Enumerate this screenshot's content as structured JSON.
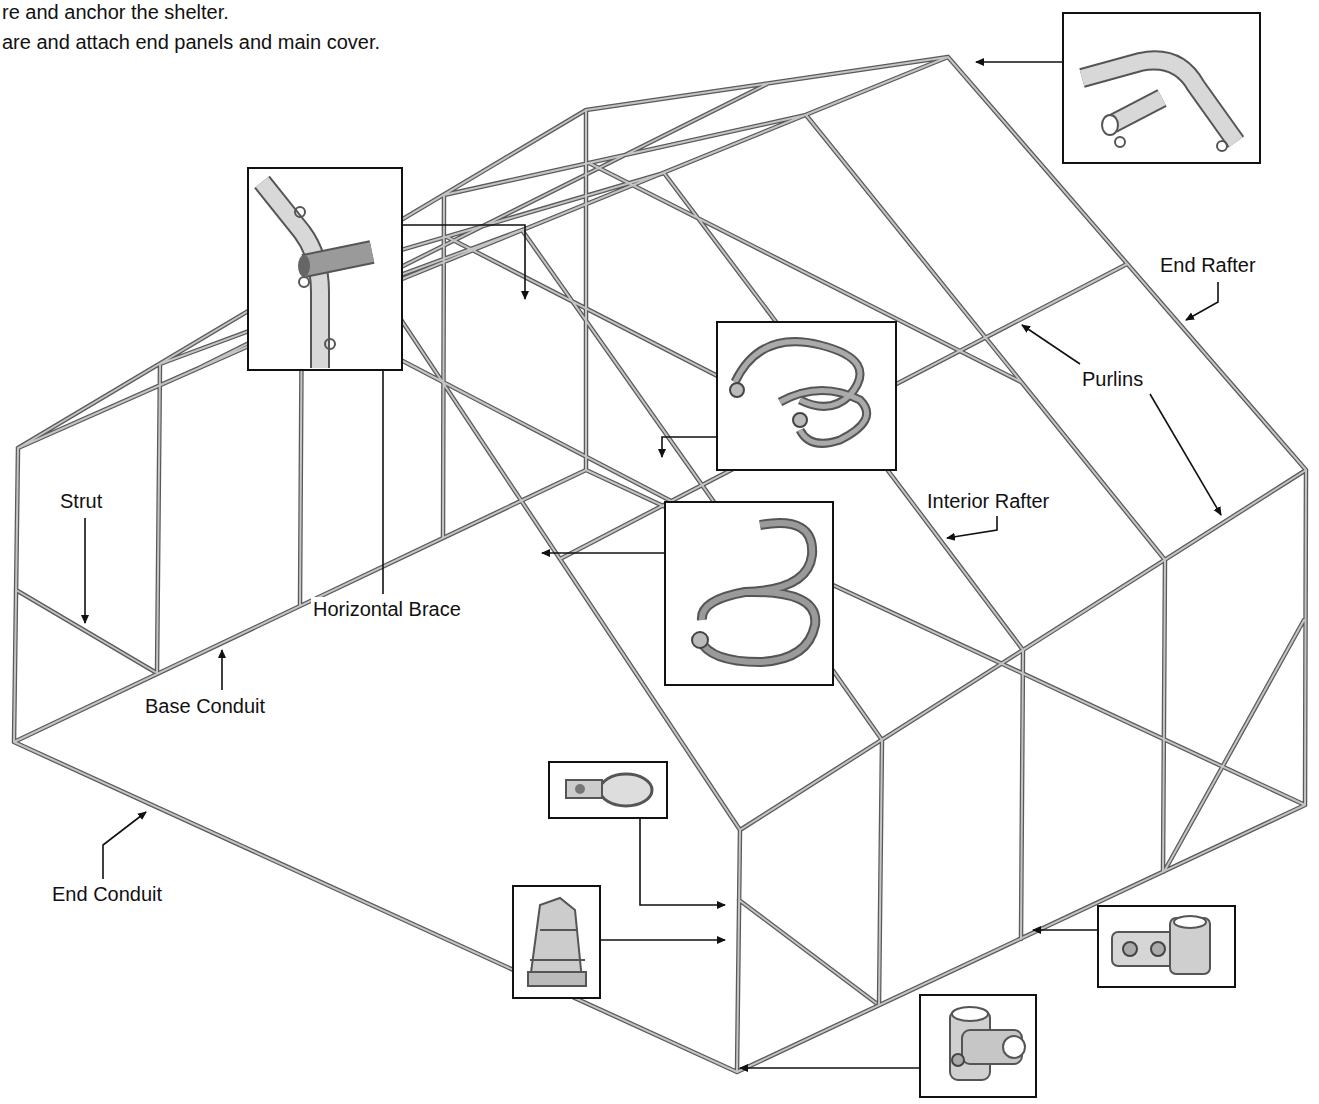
{
  "diagram": {
    "labels": [
      "re and anchor the shelter.",
      "are and attach end panels and main cover.",
      "End Rafter",
      "Purlins",
      "Interior Rafter",
      "Strut",
      "Horizontal Brace",
      "Base Conduit",
      "End Conduit"
    ]
  }
}
